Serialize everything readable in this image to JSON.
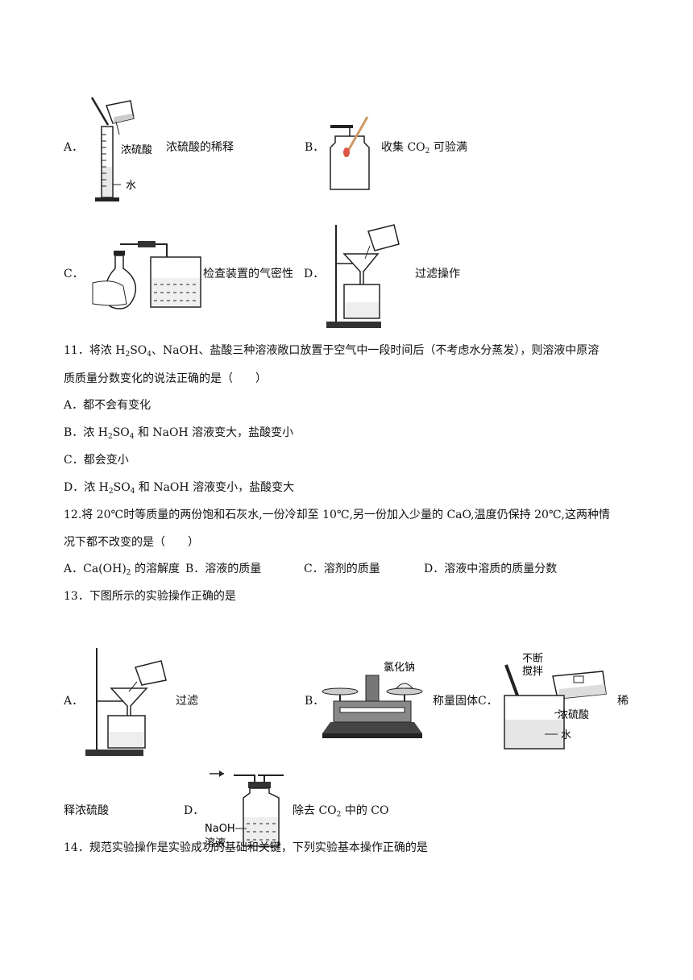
{
  "q10": {
    "A": {
      "letter": "A．",
      "caption": "浓硫酸的稀释",
      "fig_label_acid": "浓硫酸",
      "fig_label_water": "水"
    },
    "B": {
      "letter": "B．",
      "caption_pre": "收集 CO",
      "caption_sub": "2",
      "caption_post": " 可验满"
    },
    "C": {
      "letter": "C．",
      "caption": "检查装置的气密性"
    },
    "D": {
      "letter": "D．",
      "caption": "过滤操作"
    }
  },
  "q11": {
    "stem_line1_a": "11．将浓 H",
    "stem_line1_sub1": "2",
    "stem_line1_b": "SO",
    "stem_line1_sub2": "4",
    "stem_line1_c": "、NaOH、盐酸三种溶液敞口放置于空气中一段时间后（不考虑水分蒸发），则溶液中原溶",
    "stem_line2": "质质量分数变化的说法正确的是（　　）",
    "optA": "A．都不会有变化",
    "optB_a": "B．浓 H",
    "optB_sub1": "2",
    "optB_b": "SO",
    "optB_sub2": "4",
    "optB_c": " 和 NaOH 溶液变大，盐酸变小",
    "optC": "C．都会变小",
    "optD_a": "D．浓 H",
    "optD_sub1": "2",
    "optD_b": "SO",
    "optD_sub2": "4",
    "optD_c": " 和 NaOH 溶液变小，盐酸变大"
  },
  "q12": {
    "stem_line1": "12.将 20℃时等质量的两份饱和石灰水,一份冷却至 10℃,另一份加入少量的 CaO,温度仍保持 20℃,这两种情",
    "stem_line2": "况下都不改变的是（　　）",
    "optA_a": "A．Ca(OH)",
    "optA_sub": "2",
    "optA_b": " 的溶解度",
    "optB": "B．溶液的质量",
    "optC": "C．溶剂的质量",
    "optD": "D．溶液中溶质的质量分数"
  },
  "q13": {
    "stem": "13．下图所示的实验操作正确的是",
    "A": {
      "letter": "A．",
      "caption": "过滤"
    },
    "B": {
      "letter": "B．",
      "caption": "称量固体",
      "fig_label": "氯化钠"
    },
    "C": {
      "letter": "C．",
      "caption_tail": "稀",
      "caption_cont": "释浓硫酸",
      "fig_label_stir": "不断\n搅拌",
      "fig_label_stir1": "不断",
      "fig_label_stir2": "搅拌",
      "fig_label_acid": "浓硫酸",
      "fig_label_water": "水"
    },
    "D": {
      "letter": "D．",
      "caption_pre": "除去 CO",
      "caption_sub": "2",
      "caption_post": " 中的 CO",
      "fig_label1": "NaOH",
      "fig_label2": "溶液"
    }
  },
  "q14": {
    "stem": "14．规范实验操作是实验成功的基础和关键，下列实验基本操作正确的是"
  }
}
